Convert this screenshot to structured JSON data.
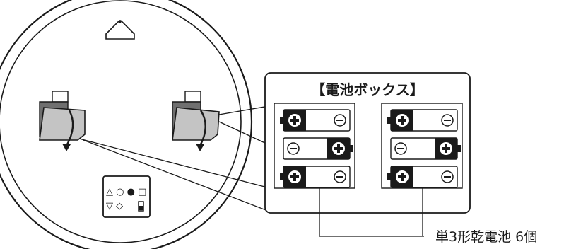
{
  "box_title": "【電池ボックス】",
  "battery_label": "単3形乾電池 6個",
  "symbols": {
    "plus": "⊕",
    "minus": "⊖",
    "panel_row1": "△ ○ ● □",
    "panel_row2": "▽ ◇"
  },
  "left_column_batteries": [
    {
      "orientation": "plus-left"
    },
    {
      "orientation": "minus-left"
    },
    {
      "orientation": "plus-left"
    }
  ],
  "right_column_batteries": [
    {
      "orientation": "plus-left"
    },
    {
      "orientation": "minus-left"
    },
    {
      "orientation": "plus-left"
    }
  ],
  "colors": {
    "line": "#1a1a1a",
    "cover": "#bdbdbd",
    "cover_dark": "#7a7a7a"
  }
}
